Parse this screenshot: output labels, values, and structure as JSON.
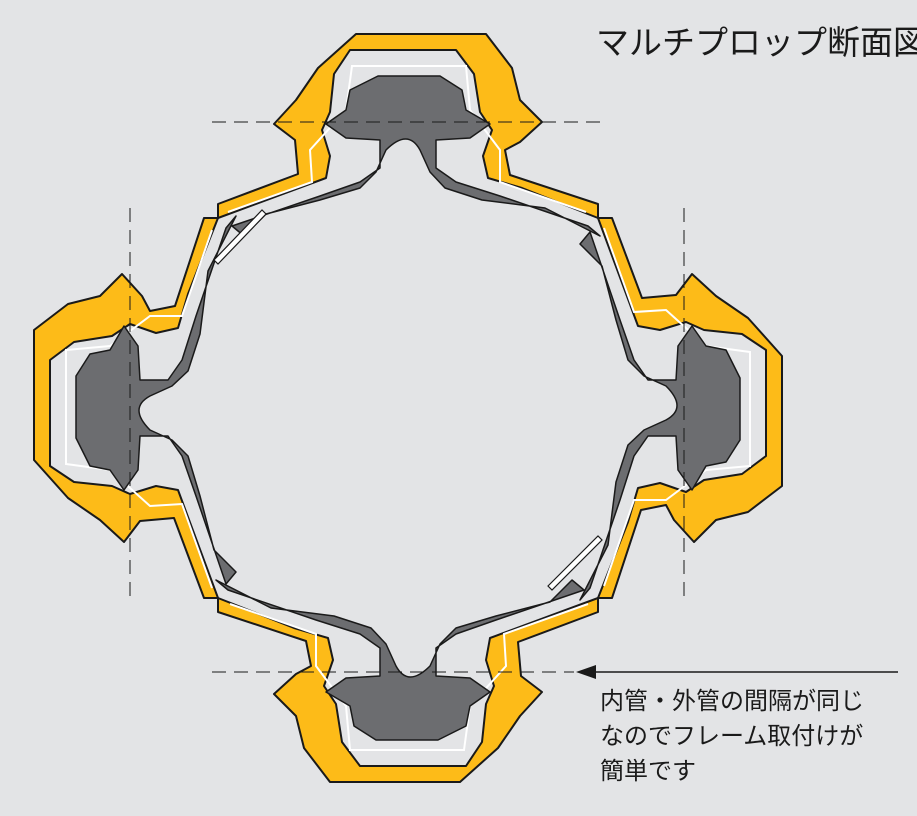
{
  "title": "マルチプロップ断面図",
  "note_lines": [
    "内管・外管の間隔が同じ",
    "なのでフレーム取付けが",
    "簡単です"
  ],
  "colors": {
    "background": "#e3e4e6",
    "outer_profile": "#fdbb18",
    "inner_profile": "#6c6d70",
    "outline": "#1a1a1a"
  }
}
